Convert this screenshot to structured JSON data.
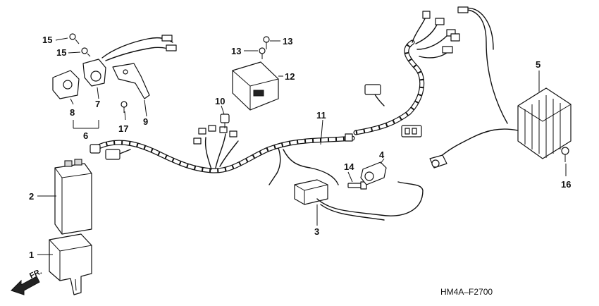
{
  "diagram": {
    "figure_code": "HM4A–F2700",
    "front_indicator": "FR.",
    "callouts": {
      "c1": "1",
      "c2": "2",
      "c3": "3",
      "c4": "4",
      "c5": "5",
      "c6": "6",
      "c7": "7",
      "c8": "8",
      "c9": "9",
      "c10": "10",
      "c11": "11",
      "c12": "12",
      "c13a": "13",
      "c13b": "13",
      "c14": "14",
      "c15a": "15",
      "c15b": "15",
      "c16": "16",
      "c17": "17"
    }
  }
}
